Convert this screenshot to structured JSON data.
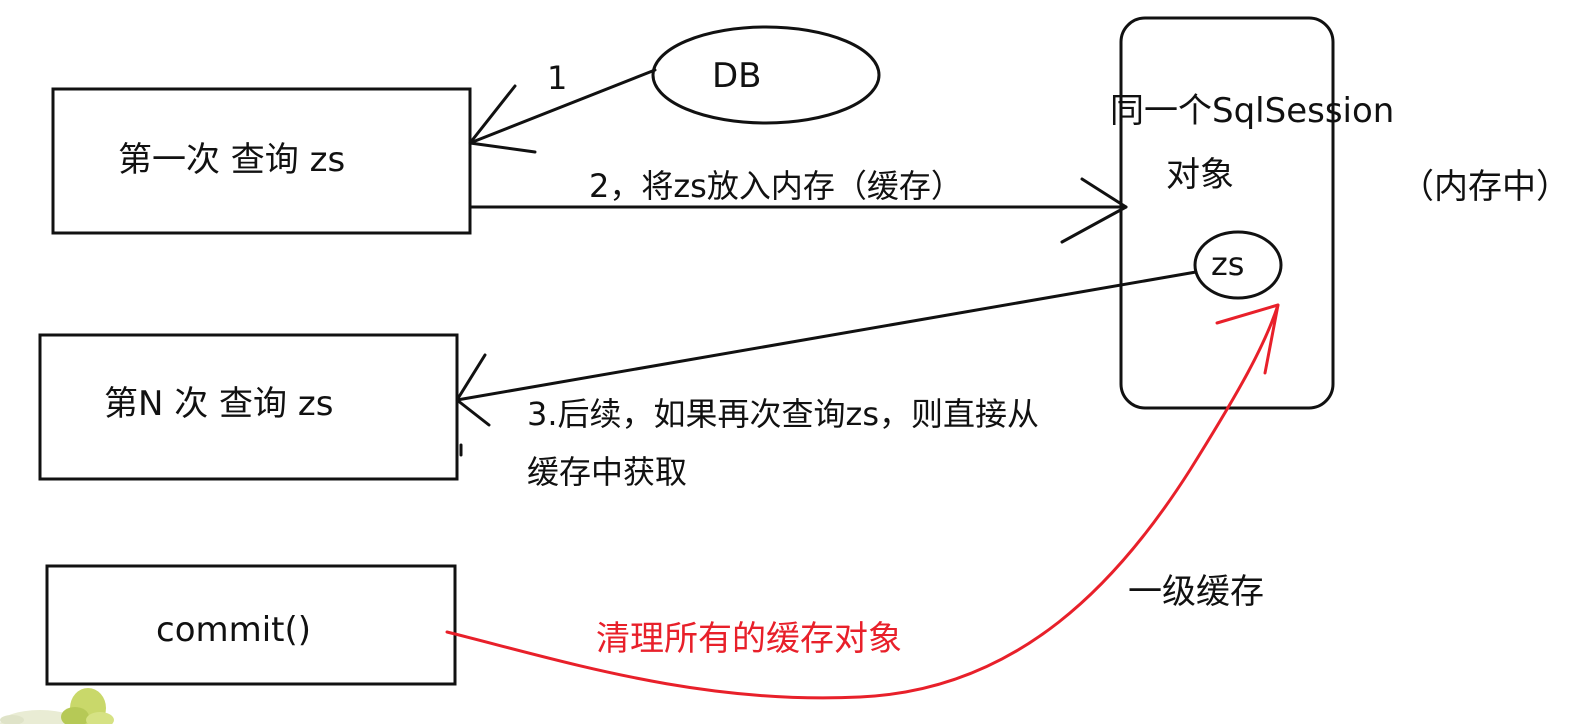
{
  "boxes": {
    "first_query": "第一次  查询 zs",
    "nth_query": "第N 次  查询 zs",
    "commit": "commit()"
  },
  "db": {
    "label": "DB"
  },
  "session": {
    "title": "同一个SqlSession",
    "object": "对象",
    "memory": "（内存中）",
    "cached_item": "zs"
  },
  "steps": {
    "one": "1",
    "two": "2，将zs放入内存（缓存）",
    "three_line1": "3.后续，如果再次查询zs，则直接从",
    "three_line2": "缓存中获取"
  },
  "cache_level": "一级缓存",
  "commit_note": "清理所有的缓存对象",
  "colors": {
    "ink": "#111111",
    "accent": "#e8202a"
  }
}
